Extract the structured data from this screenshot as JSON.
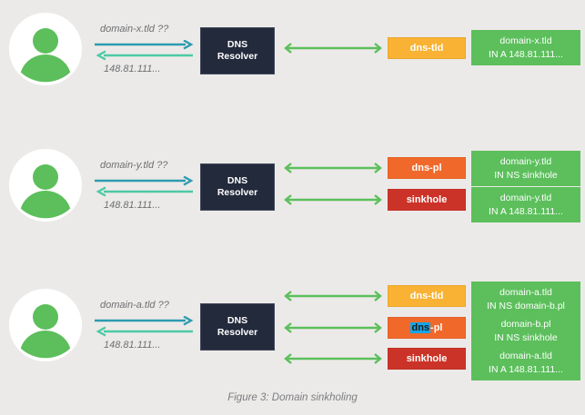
{
  "figure": {
    "caption": "Figure 3: Domain sinkholing",
    "background_color": "#eceae8"
  },
  "colors": {
    "background": "#eceae8",
    "resolver_box": "#232a3b",
    "tld_tag": "#f9b233",
    "pl_tag": "#f0692a",
    "sinkhole_tag": "#cc3328",
    "record_box": "#5cbf5c",
    "query_arrow": "#2d9cb0",
    "answer_arrow": "#4ec9a5",
    "server_arrow": "#5cbf5c",
    "selection_highlight": "#14a5e8",
    "label_text": "#6d6f72"
  },
  "icons": {
    "user_avatar": "user-avatar-icon",
    "query_arrow": "arrow-right-icon",
    "answer_arrow": "arrow-left-icon",
    "server_arrow": "double-arrow-icon"
  },
  "resolver": {
    "line1": "DNS",
    "line2": "Resolver"
  },
  "rows": [
    {
      "id": "row-x",
      "query_label": "domain-x.tld ??",
      "answer_label": "148.81.111...",
      "servers": [
        {
          "tag": "dns-tld",
          "tag_type": "tld",
          "tag_selected": "",
          "tag_rest": "",
          "record_line1": "domain-x.tld",
          "record_line2": "IN A 148.81.111..."
        }
      ]
    },
    {
      "id": "row-y",
      "query_label": "domain-y.tld ??",
      "answer_label": "148.81.111...",
      "servers": [
        {
          "tag": "dns-pl",
          "tag_type": "pl",
          "tag_selected": "",
          "tag_rest": "",
          "record_line1": "domain-y.tld",
          "record_line2": "IN NS sinkhole"
        },
        {
          "tag": "sinkhole",
          "tag_type": "sinkhole",
          "tag_selected": "",
          "tag_rest": "",
          "record_line1": "domain-y.tld",
          "record_line2": "IN A 148.81.111..."
        }
      ]
    },
    {
      "id": "row-a",
      "query_label": "domain-a.tld ??",
      "answer_label": "148.81.111...",
      "servers": [
        {
          "tag": "dns-tld",
          "tag_type": "tld",
          "tag_selected": "",
          "tag_rest": "",
          "record_line1": "domain-a.tld",
          "record_line2": "IN NS domain-b.pl"
        },
        {
          "tag": "dns-pl",
          "tag_type": "pl",
          "tag_selected": "dns",
          "tag_rest": "-pl",
          "record_line1": "domain-b.pl",
          "record_line2": "IN NS sinkhole"
        },
        {
          "tag": "sinkhole",
          "tag_type": "sinkhole",
          "tag_selected": "",
          "tag_rest": "",
          "record_line1": "domain-a.tld",
          "record_line2": "IN A 148.81.111..."
        }
      ]
    }
  ]
}
